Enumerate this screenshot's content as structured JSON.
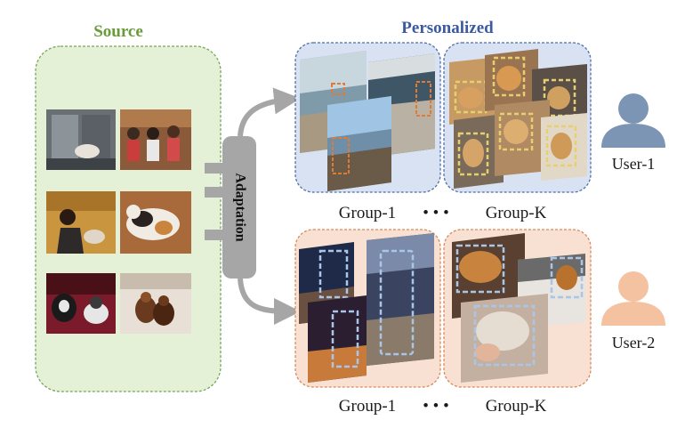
{
  "source": {
    "title": "Source"
  },
  "personalized": {
    "title": "Personalized"
  },
  "adaptation": {
    "label": "Adaptation"
  },
  "rows": [
    {
      "user": "User-1",
      "group_first": "Group-1",
      "dots": "• • •",
      "group_last": "Group-K"
    },
    {
      "user": "User-2",
      "group_first": "Group-1",
      "dots": "• • •",
      "group_last": "Group-K"
    }
  ],
  "colors": {
    "source_bg": "#e4f1d6",
    "source_border": "#7aa55a",
    "user1_bg": "#d9e2f3",
    "user1_border": "#4f6fa8",
    "user1_icon": "#7d95b5",
    "user2_bg": "#f8e0d2",
    "user2_border": "#d98a5a",
    "user2_icon": "#f4c2a0",
    "adapt_bg": "#a6a6a6",
    "arrow": "#a6a6a6",
    "box_blue": "#a9c6e8",
    "box_orange": "#e07a35",
    "box_yellow": "#e8cf6e"
  },
  "icons": {
    "user": "person-silhouette-icon",
    "arrow": "curved-arrow-icon"
  }
}
